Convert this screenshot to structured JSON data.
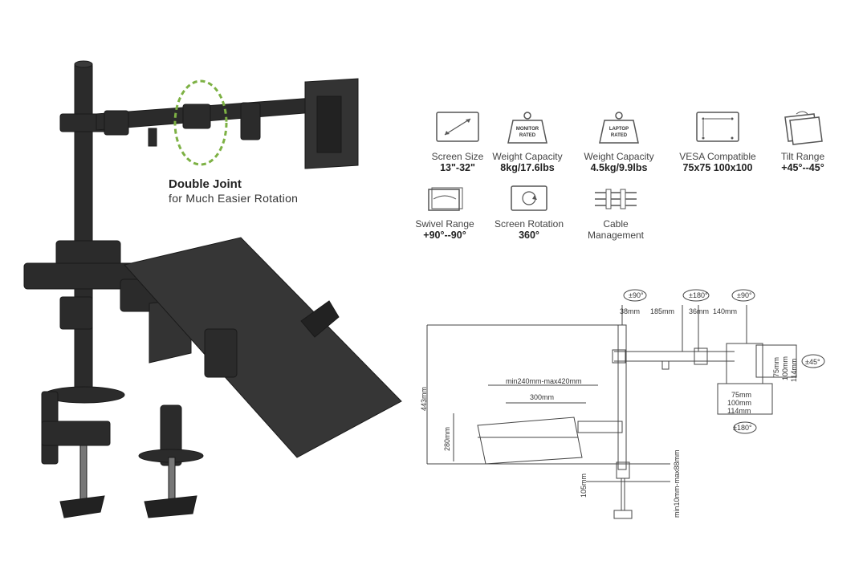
{
  "feature": {
    "title": "Double Joint",
    "subtitle": "for Much Easier Rotation"
  },
  "specs": [
    {
      "icon": "screen-size-icon",
      "label": "Screen Size",
      "value": "13\"-32\""
    },
    {
      "icon": "monitor-weight-icon",
      "badge": "MONITOR RATED",
      "label": "Weight Capacity",
      "value": "8kg/17.6lbs"
    },
    {
      "icon": "laptop-weight-icon",
      "badge": "LAPTOP RATED",
      "label": "Weight Capacity",
      "value": "4.5kg/9.9lbs"
    },
    {
      "icon": "vesa-icon",
      "label": "VESA Compatible",
      "value": "75x75 100x100"
    },
    {
      "icon": "tilt-icon",
      "label": "Tilt Range",
      "value": "+45°--45°"
    },
    {
      "icon": "swivel-icon",
      "label": "Swivel Range",
      "value": "+90°--90°"
    },
    {
      "icon": "rotation-icon",
      "label": "Screen Rotation",
      "value": "360°"
    },
    {
      "icon": "cable-icon",
      "label": "Cable",
      "label2": "Management",
      "value": ""
    }
  ],
  "diagram": {
    "angle_top_left": "±90°",
    "angle_top_mid": "±180°",
    "angle_top_right": "±90°",
    "angle_right": "±45°",
    "angle_bottom": "±180°",
    "d_38": "38mm",
    "d_185": "185mm",
    "d_36": "36mm",
    "d_140": "140mm",
    "d_443": "443mm",
    "d_tray_width": "min240mm-max420mm",
    "d_300": "300mm",
    "d_280": "280mm",
    "d_105": "105mm",
    "d_clamp": "min10mm-max88mm",
    "vesa_75v": "75mm",
    "vesa_100v": "100mm",
    "vesa_114v": "114mm",
    "vesa_75h": "75mm",
    "vesa_100h": "100mm",
    "vesa_114h": "114mm"
  }
}
